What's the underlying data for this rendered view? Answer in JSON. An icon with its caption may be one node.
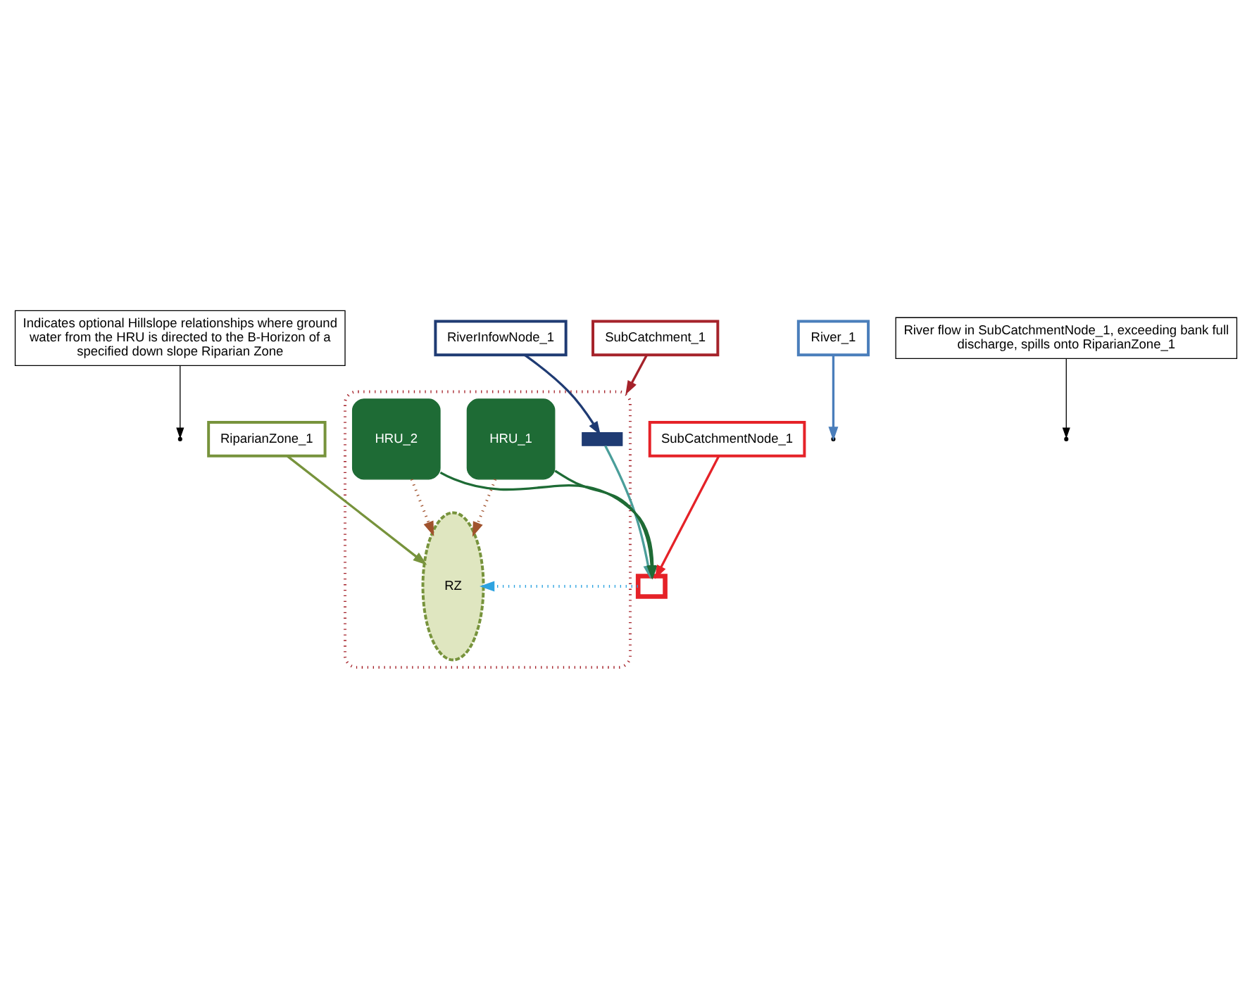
{
  "diagram": {
    "nodes": [
      {
        "text": [
          "Indicates optional Hillslope relationships where ground water from the HRU is directed to the B-Horizon of a specified down slope Riparian Zone"
        ]
      },
      {
        "text": [],
        "shape": "box"
      },
      {
        "text": [],
        "shape": "box",
        "in": 1
      },
      {
        "text": [
          "RZ"
        ],
        "in": 1
      },
      {
        "text": [
          "HRU_1"
        ],
        "in": 1
      },
      {
        "text": [
          "HRU_2"
        ],
        "in": 1
      },
      {
        "text": [],
        "shape": "box"
      },
      {
        "text": [
          "RiverInfowNode_1"
        ]
      },
      {
        "text": [
          "RiparianZone_1"
        ]
      },
      {
        "text": [
          "SubCatchment_1"
        ]
      },
      {
        "text": [
          "River_1"
        ]
      },
      {
        "text": [
          "SubCatchmentNode_1"
        ]
      },
      {
        "text": [
          "River flow in SubCatchmentNode_1, exceeding bank full discharge, spills onto RiparianZone_1"
        ]
      }
    ],
    "edges": [
      {
        "from": 0,
        "to": null,
        "arrow": "to"
      },
      {
        "from": 7,
        "to": 2,
        "arrow": "to",
        "color": "#1f3b73"
      },
      {
        "from": 8,
        "to": 3,
        "arrow": "to",
        "color": "#77933c"
      },
      {
        "from": 9,
        "to": 1,
        "arrow": "to",
        "color": "#a5222a"
      },
      {
        "from": 10,
        "to": null,
        "arrow": "to",
        "color": "#4a7ebb"
      },
      {
        "from": 11,
        "to": 6,
        "arrow": "to",
        "color": "#e52228"
      },
      {
        "from": 4,
        "to": 3,
        "arrow": "to",
        "color": "#a0522d",
        "style": "dashed"
      },
      {
        "from": 5,
        "to": 3,
        "arrow": "to",
        "color": "#a0522d",
        "style": "dashed"
      },
      {
        "from": 4,
        "to": 6,
        "arrow": "to",
        "color": "#1e6b35"
      },
      {
        "from": 5,
        "to": 6,
        "arrow": "to",
        "color": "#1e6b35"
      },
      {
        "from": 2,
        "to": 6,
        "arrow": "to",
        "color": "#4a9e9a"
      },
      {
        "from": 6,
        "to": 3,
        "arrow": "to",
        "color": "#2ea3e0",
        "style": "dashed"
      },
      {
        "from": 12,
        "to": null,
        "arrow": "to"
      }
    ]
  }
}
